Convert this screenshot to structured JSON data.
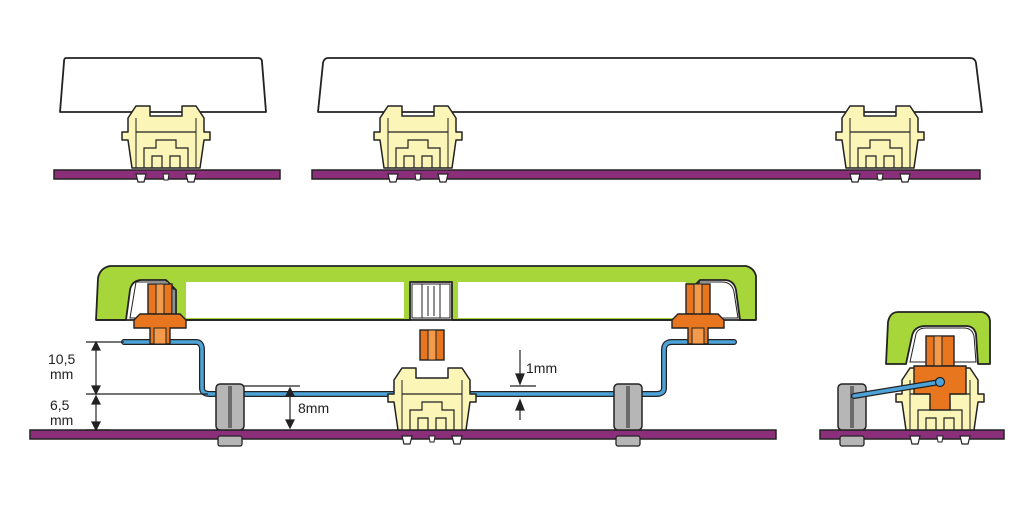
{
  "labels": {
    "height_upper_value": "10,5",
    "height_upper_unit": "mm",
    "height_lower_value": "6,5",
    "height_lower_unit": "mm",
    "wire_drop": "8mm",
    "plate_gap": "1mm"
  },
  "colors": {
    "pcb": "#8b2f7b",
    "keycap_white": "#ffffff",
    "keycap_green": "#a6d63a",
    "switch_housing": "#fbf5b8",
    "stem_orange": "#e8761f",
    "stabilizer_wire": "#4da3d8",
    "stab_housing_grey": "#b6b6b6",
    "outline": "#222222"
  },
  "icons": [
    "switch-icon",
    "stabilizer-icon",
    "dimension-arrow-icon"
  ]
}
